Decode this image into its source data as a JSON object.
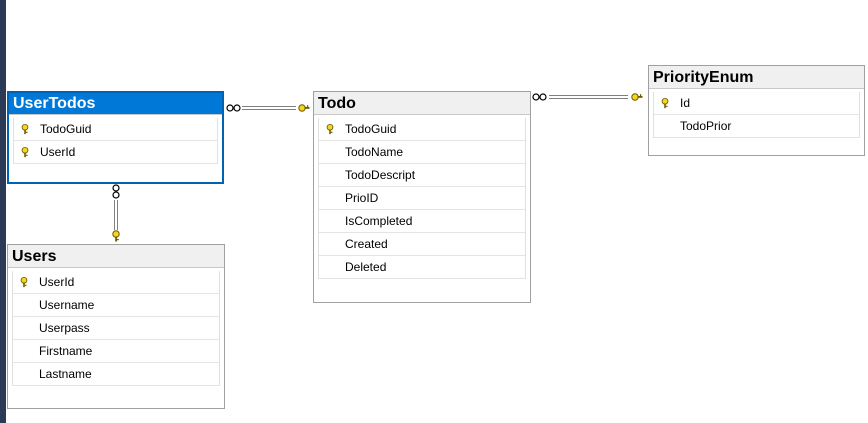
{
  "colors": {
    "selected_header": "#0078d7",
    "header": "#f0f0f0",
    "key_icon": "#f7d51d",
    "relation_line": "#808080"
  },
  "tables": {
    "usertodos": {
      "title": "UserTodos",
      "selected": true,
      "columns": [
        {
          "name": "TodoGuid",
          "key": true
        },
        {
          "name": "UserId",
          "key": true
        }
      ]
    },
    "todo": {
      "title": "Todo",
      "selected": false,
      "columns": [
        {
          "name": "TodoGuid",
          "key": true
        },
        {
          "name": "TodoName",
          "key": false
        },
        {
          "name": "TodoDescript",
          "key": false
        },
        {
          "name": "PrioID",
          "key": false
        },
        {
          "name": "IsCompleted",
          "key": false
        },
        {
          "name": "Created",
          "key": false
        },
        {
          "name": "Deleted",
          "key": false
        }
      ]
    },
    "priorityenum": {
      "title": "PriorityEnum",
      "selected": false,
      "columns": [
        {
          "name": "Id",
          "key": true
        },
        {
          "name": "TodoPrior",
          "key": false
        }
      ]
    },
    "users": {
      "title": "Users",
      "selected": false,
      "columns": [
        {
          "name": "UserId",
          "key": true
        },
        {
          "name": "Username",
          "key": false
        },
        {
          "name": "Userpass",
          "key": false
        },
        {
          "name": "Firstname",
          "key": false
        },
        {
          "name": "Lastname",
          "key": false
        }
      ]
    }
  },
  "relationships": [
    {
      "from": "UserTodos",
      "to": "Todo",
      "from_end": "many",
      "to_end": "one"
    },
    {
      "from": "Todo",
      "to": "PriorityEnum",
      "from_end": "many",
      "to_end": "one"
    },
    {
      "from": "UserTodos",
      "to": "Users",
      "from_end": "many",
      "to_end": "one"
    }
  ]
}
